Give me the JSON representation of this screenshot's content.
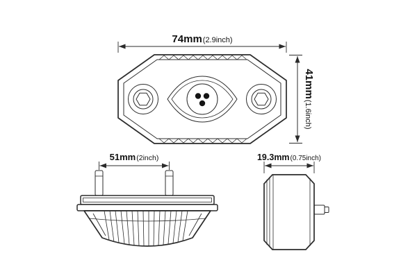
{
  "drawing": {
    "background": "#ffffff",
    "line_color": "#2b2b2b",
    "subject": "rock-light-three-view-technical-drawing"
  },
  "dimensions": {
    "top_width": {
      "value": "74mm",
      "inches": "(2.9inch)"
    },
    "side_height": {
      "value": "41mm",
      "inches": "(1.6inch)"
    },
    "stud_spacing": {
      "value": "51mm",
      "inches": "(2inch)"
    },
    "depth": {
      "value": "19.3mm",
      "inches": "(0.75inch)"
    }
  }
}
